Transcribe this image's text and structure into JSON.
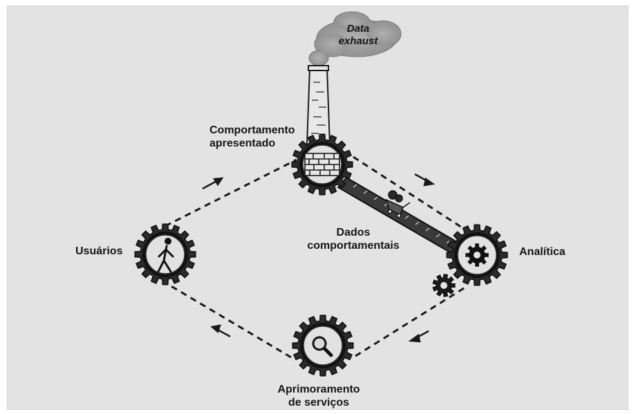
{
  "smoke": {
    "line1": "Data",
    "line2": "exhaust"
  },
  "labels": {
    "behavior": {
      "line1": "Comportamento",
      "line2": "apresentado"
    },
    "users": "Usuários",
    "data": {
      "line1": "Dados",
      "line2": "comportamentais"
    },
    "analytics": "Analítica",
    "improvement": {
      "line1": "Aprimoramento",
      "line2": "de serviços"
    }
  },
  "icons": {
    "behavior_gear": "brick-wall-icon",
    "users_gear": "walking-person-icon",
    "analytics_gear": "gear-icon",
    "improvement_gear": "magnifier-icon",
    "smokestack": "chimney-icon"
  }
}
